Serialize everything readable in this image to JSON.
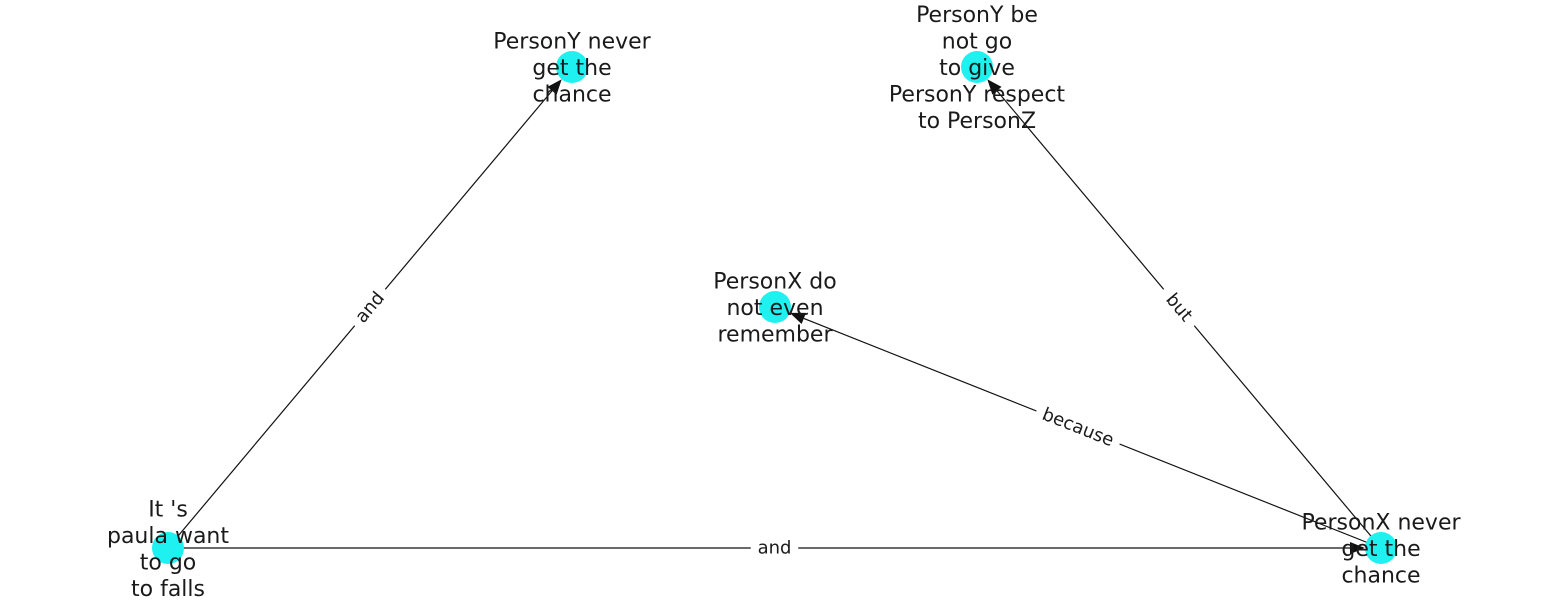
{
  "colors": {
    "node": "#1ff1f1",
    "edge": "#111111",
    "text": "#1a1a1a"
  },
  "nodes": [
    {
      "id": "n1",
      "lines": [
        "PersonY never",
        "get the",
        "chance"
      ]
    },
    {
      "id": "n2",
      "lines": [
        "PersonY be",
        "not go",
        "to give",
        "PersonY respect",
        "to PersonZ"
      ]
    },
    {
      "id": "n3",
      "lines": [
        "PersonX do",
        "not even",
        "remember"
      ]
    },
    {
      "id": "n4",
      "lines": [
        "It 's",
        "paula want",
        "to go",
        "to falls"
      ]
    },
    {
      "id": "n5",
      "lines": [
        "PersonX never",
        "get the",
        "chance"
      ]
    }
  ],
  "edges": [
    {
      "source": "n4",
      "target": "n1",
      "label": "and"
    },
    {
      "source": "n4",
      "target": "n5",
      "label": "and"
    },
    {
      "source": "n5",
      "target": "n3",
      "label": "because"
    },
    {
      "source": "n5",
      "target": "n2",
      "label": "but"
    }
  ]
}
